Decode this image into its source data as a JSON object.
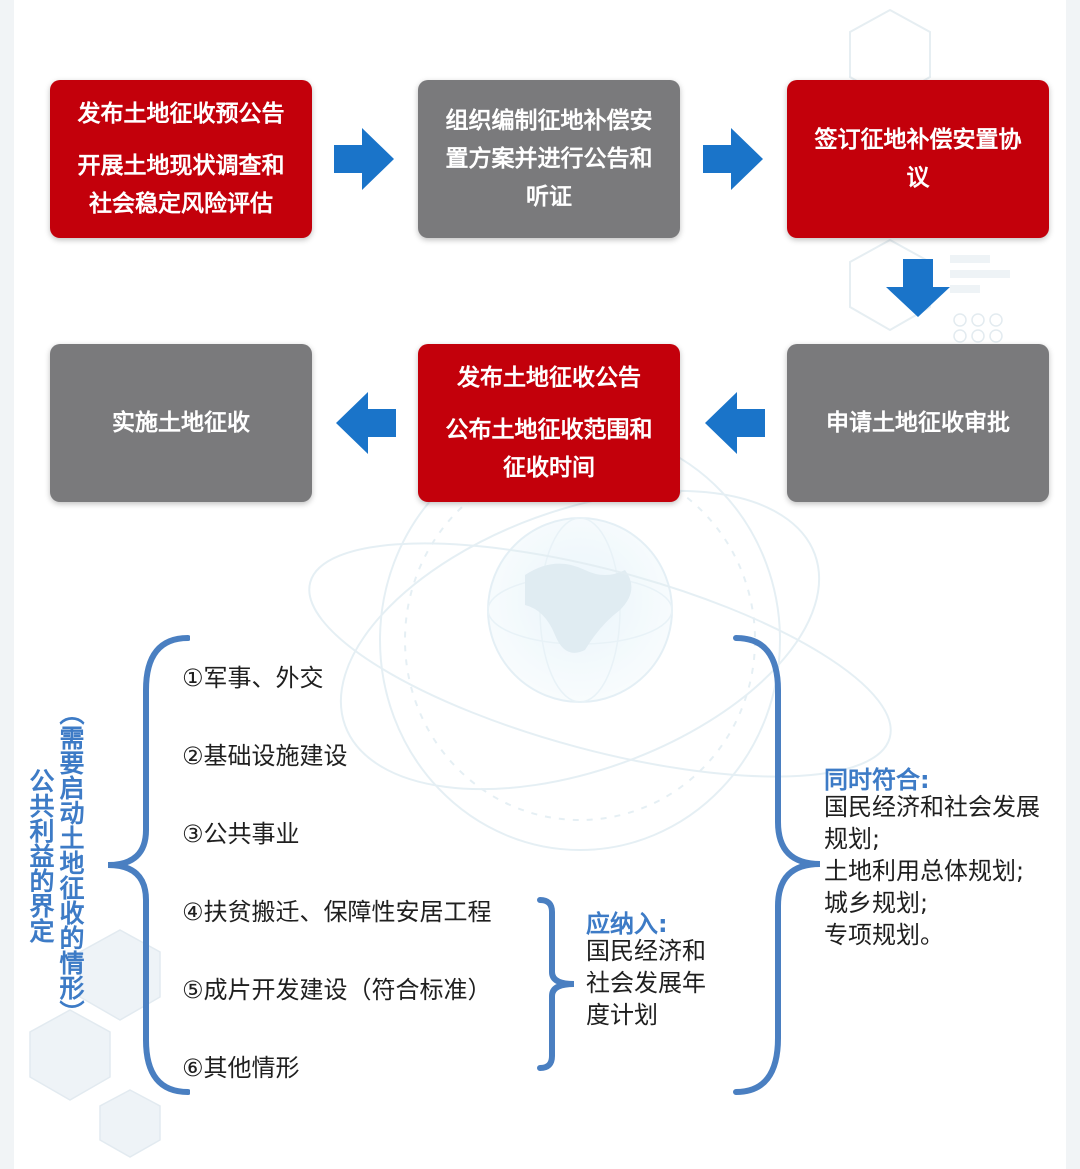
{
  "flow": {
    "step1": {
      "line1": "发布土地征收预公告",
      "line2": "开展土地现状调查和",
      "line3": "社会稳定风险评估"
    },
    "step2": {
      "line1": "组织编制征地补偿安",
      "line2": "置方案并进行公告和",
      "line3": "听证"
    },
    "step3": {
      "line1": "签订征地补偿安置协",
      "line2": "议"
    },
    "step4": {
      "line1": "申请土地征收审批"
    },
    "step5": {
      "line1": "发布土地征收公告",
      "line2": "公布土地征收范围和",
      "line3": "征收时间"
    },
    "step6": {
      "line1": "实施土地征收"
    }
  },
  "definition": {
    "label_main": "公共利益的界定",
    "label_sub": "（需要启动土地征收的情形）",
    "items": [
      "①军事、外交",
      "②基础设施建设",
      "③公共事业",
      "④扶贫搬迁、保障性安居工程",
      "⑤成片开发建设（符合标准）",
      "⑥其他情形"
    ],
    "include": {
      "heading": "应纳入:",
      "lines": [
        "国民经济和",
        "社会发展年",
        "度计划"
      ]
    },
    "conform": {
      "heading": "同时符合:",
      "lines": [
        "国民经济和社会发展",
        "规划;",
        "土地利用总体规划;",
        "城乡规划;",
        "专项规划。"
      ]
    }
  },
  "colors": {
    "red_box": "#c3000b",
    "gray_box": "#7a7a7c",
    "arrow_blue": "#1a74c9",
    "brace_blue": "#4a7fc1",
    "label_blue": "#3d7bc6"
  },
  "icons": {
    "arrow_right": "arrow-right-icon",
    "arrow_down": "arrow-down-icon",
    "arrow_left": "arrow-left-icon"
  }
}
